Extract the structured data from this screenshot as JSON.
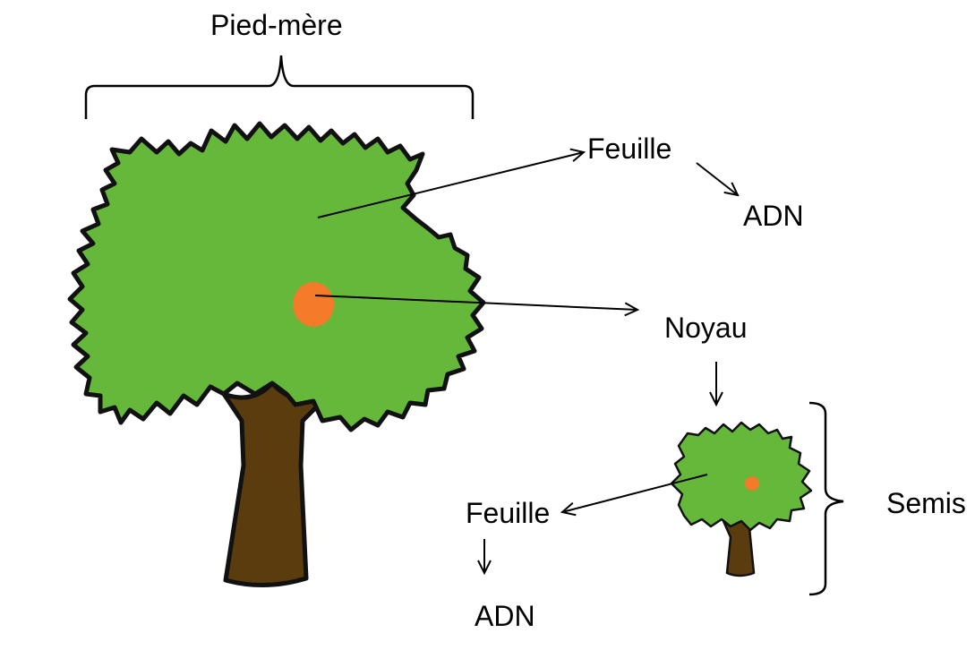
{
  "labels": {
    "parent_tree": "Pied-mère",
    "leaf_top": "Feuille",
    "dna_top": "ADN",
    "pit": "Noyau",
    "seedling": "Semis",
    "leaf_bottom": "Feuille",
    "dna_bottom": "ADN"
  },
  "colors": {
    "foliage": "#66b83b",
    "outline": "#111111",
    "trunk": "#5a3c0e",
    "fruit": "#f47b2a",
    "line": "#000000"
  }
}
